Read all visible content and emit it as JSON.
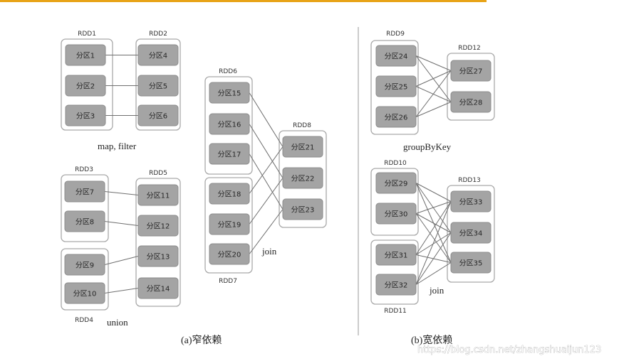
{
  "colors": {
    "top_bar": "#e8a317",
    "partition_fill": "#a4a4a4",
    "frame_stroke": "#a9a9a9",
    "edge": "#6f6f6f"
  },
  "partition_word": "分区",
  "rdds": [
    {
      "id": "RDD1",
      "name": "RDD1",
      "partitions": [
        "1",
        "2",
        "3"
      ]
    },
    {
      "id": "RDD2",
      "name": "RDD2",
      "partitions": [
        "4",
        "5",
        "6"
      ]
    },
    {
      "id": "RDD3",
      "name": "RDD3",
      "partitions": [
        "7",
        "8"
      ]
    },
    {
      "id": "RDD4",
      "name": "RDD4",
      "partitions": [
        "9",
        "10"
      ]
    },
    {
      "id": "RDD5",
      "name": "RDD5",
      "partitions": [
        "11",
        "12",
        "13",
        "14"
      ]
    },
    {
      "id": "RDD6",
      "name": "RDD6",
      "partitions": [
        "15",
        "16",
        "17"
      ]
    },
    {
      "id": "RDD7",
      "name": "RDD7",
      "partitions": [
        "18",
        "19",
        "20"
      ]
    },
    {
      "id": "RDD8",
      "name": "RDD8",
      "partitions": [
        "21",
        "22",
        "23"
      ]
    },
    {
      "id": "RDD9",
      "name": "RDD9",
      "partitions": [
        "24",
        "25",
        "26"
      ]
    },
    {
      "id": "RDD12",
      "name": "RDD12",
      "partitions": [
        "27",
        "28"
      ]
    },
    {
      "id": "RDD10",
      "name": "RDD10",
      "partitions": [
        "29",
        "30"
      ]
    },
    {
      "id": "RDD11",
      "name": "RDD11",
      "partitions": [
        "31",
        "32"
      ]
    },
    {
      "id": "RDD13",
      "name": "RDD13",
      "partitions": [
        "33",
        "34",
        "35"
      ]
    }
  ],
  "edges": [
    [
      "1",
      "4"
    ],
    [
      "2",
      "5"
    ],
    [
      "3",
      "6"
    ],
    [
      "7",
      "11"
    ],
    [
      "8",
      "12"
    ],
    [
      "9",
      "13"
    ],
    [
      "10",
      "14"
    ],
    [
      "15",
      "21"
    ],
    [
      "16",
      "22"
    ],
    [
      "17",
      "23"
    ],
    [
      "18",
      "21"
    ],
    [
      "19",
      "22"
    ],
    [
      "20",
      "23"
    ],
    [
      "24",
      "27"
    ],
    [
      "24",
      "28"
    ],
    [
      "25",
      "27"
    ],
    [
      "25",
      "28"
    ],
    [
      "26",
      "27"
    ],
    [
      "26",
      "28"
    ],
    [
      "29",
      "33"
    ],
    [
      "29",
      "34"
    ],
    [
      "29",
      "35"
    ],
    [
      "30",
      "33"
    ],
    [
      "30",
      "34"
    ],
    [
      "30",
      "35"
    ],
    [
      "31",
      "33"
    ],
    [
      "31",
      "34"
    ],
    [
      "31",
      "35"
    ],
    [
      "32",
      "33"
    ],
    [
      "32",
      "34"
    ],
    [
      "32",
      "35"
    ]
  ],
  "operations": {
    "map_filter": "map, filter",
    "union": "union",
    "join_narrow": "join",
    "group_by_key": "groupByKey",
    "join_wide": "join"
  },
  "captions": {
    "narrow": "(a)窄依赖",
    "wide": "(b)宽依赖"
  },
  "watermark": "https://blog.csdn.net/zhangshuaijun123"
}
